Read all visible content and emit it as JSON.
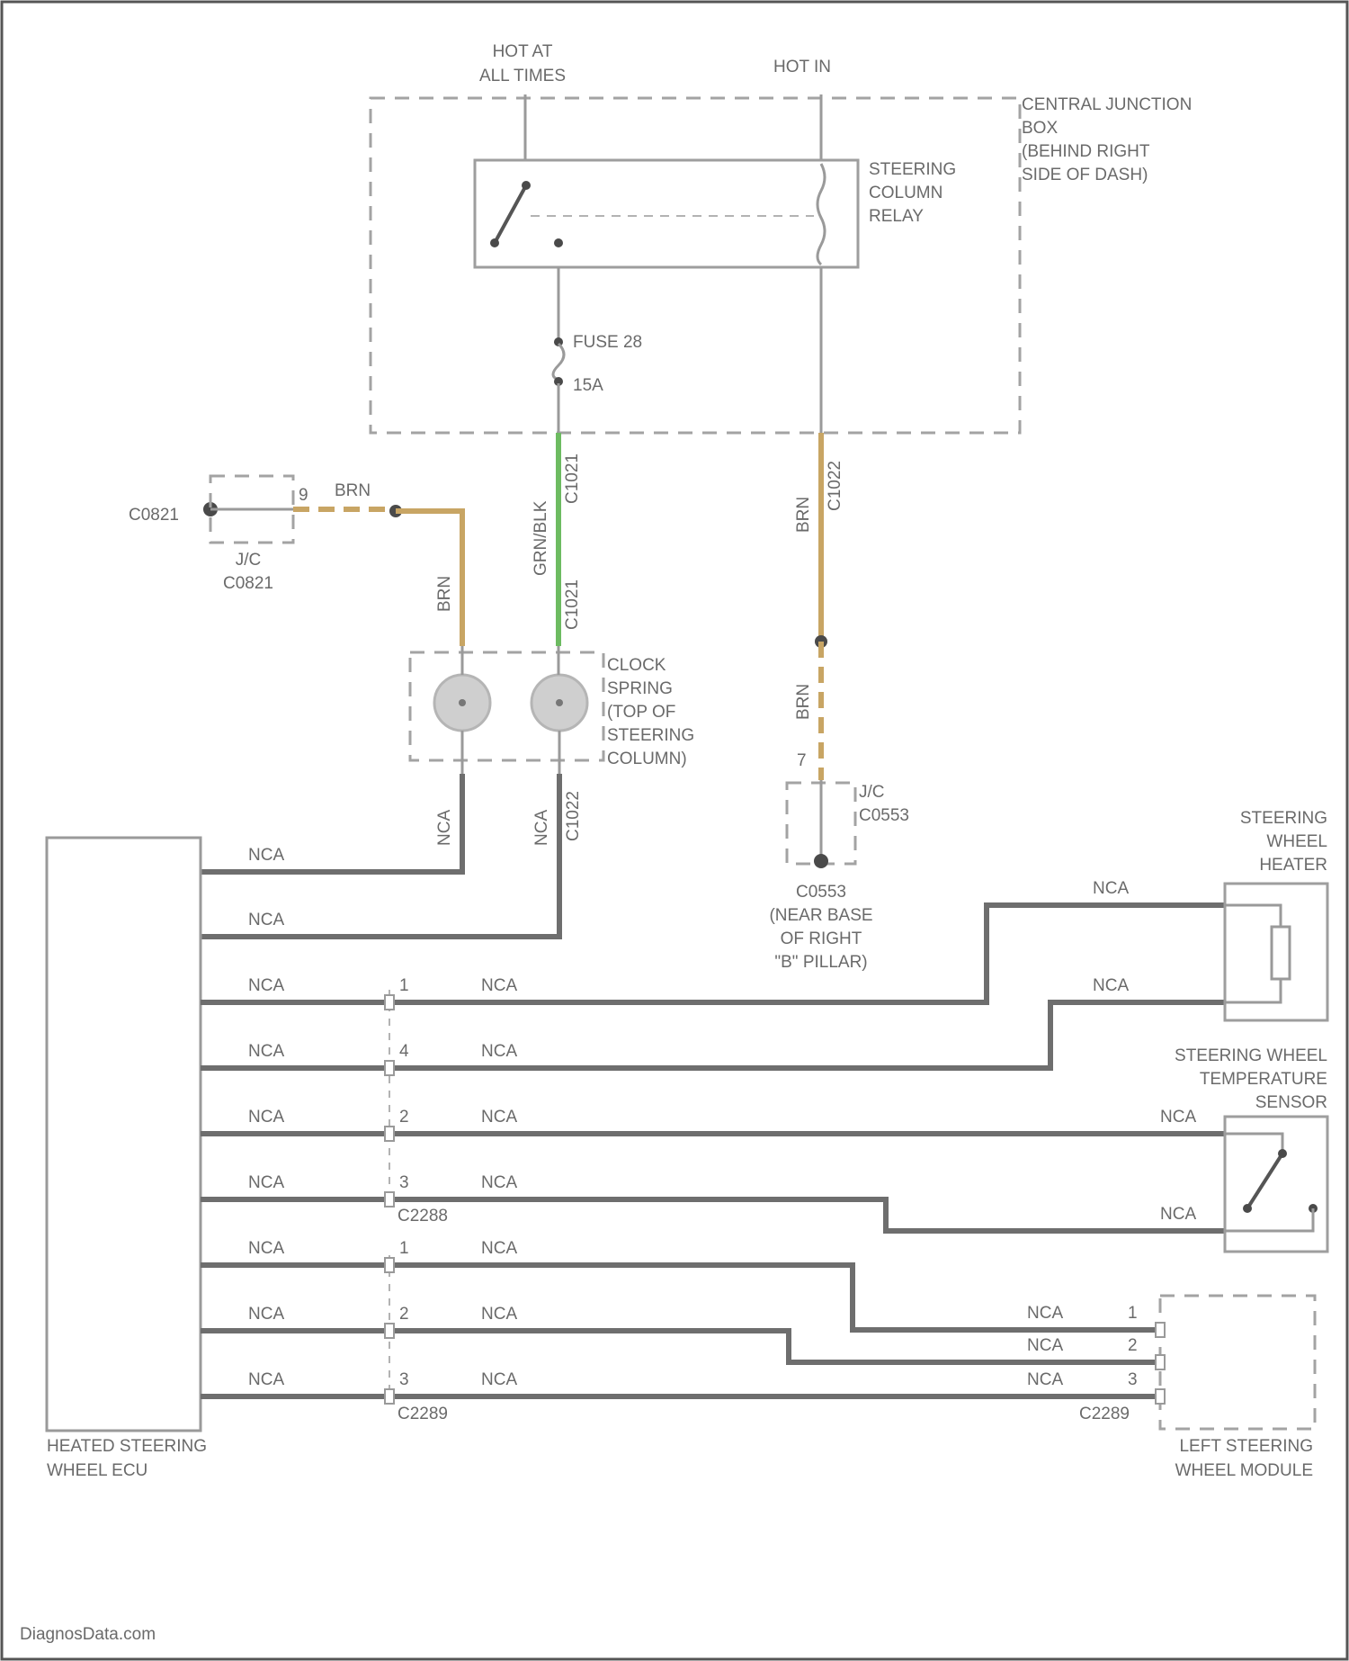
{
  "junction_box": {
    "label": [
      "CENTRAL JUNCTION",
      "BOX",
      "(BEHIND RIGHT",
      "SIDE OF DASH)"
    ]
  },
  "power": {
    "hot_at_all_times": [
      "HOT AT",
      "ALL TIMES"
    ],
    "hot_in": "HOT IN"
  },
  "relay": {
    "label": [
      "STEERING",
      "COLUMN",
      "RELAY"
    ]
  },
  "fuse": {
    "name": "FUSE 28",
    "rating": "15A"
  },
  "wires": {
    "grn_blk": "GRN/BLK",
    "brn": "BRN",
    "nca": "NCA",
    "c1021": "C1021",
    "c1022": "C1022"
  },
  "ground_c0821": {
    "label": "C0821",
    "jc": [
      "J/C",
      "C0821"
    ],
    "pin": "9"
  },
  "ground_c0553": {
    "label": [
      "C0553",
      "(NEAR BASE",
      "OF RIGHT",
      "\"B\" PILLAR)"
    ],
    "jc": [
      "J/C",
      "C0553"
    ],
    "pin": "7"
  },
  "clock_spring": {
    "label": [
      "CLOCK",
      "SPRING",
      "(TOP OF",
      "STEERING",
      "COLUMN)"
    ]
  },
  "heater": {
    "label": [
      "STEERING",
      "WHEEL",
      "HEATER"
    ]
  },
  "temp_sensor": {
    "label": [
      "STEERING WHEEL",
      "TEMPERATURE",
      "SENSOR"
    ]
  },
  "ecu": {
    "label": [
      "HEATED STEERING",
      "WHEEL ECU"
    ]
  },
  "left_module": {
    "label": [
      "LEFT STEERING",
      "WHEEL MODULE"
    ]
  },
  "connectors": {
    "c2288": "C2288",
    "c2289": "C2289"
  },
  "harness_pins": [
    "1",
    "4",
    "2",
    "3",
    "1",
    "2",
    "3"
  ],
  "module_pins": [
    "1",
    "2",
    "3"
  ],
  "watermark": "DiagnosData.com",
  "colors": {
    "brn": "#c8a564",
    "grn": "#6dbb61",
    "wire": "#6e6e6e",
    "dash": "#a3a3a3"
  }
}
